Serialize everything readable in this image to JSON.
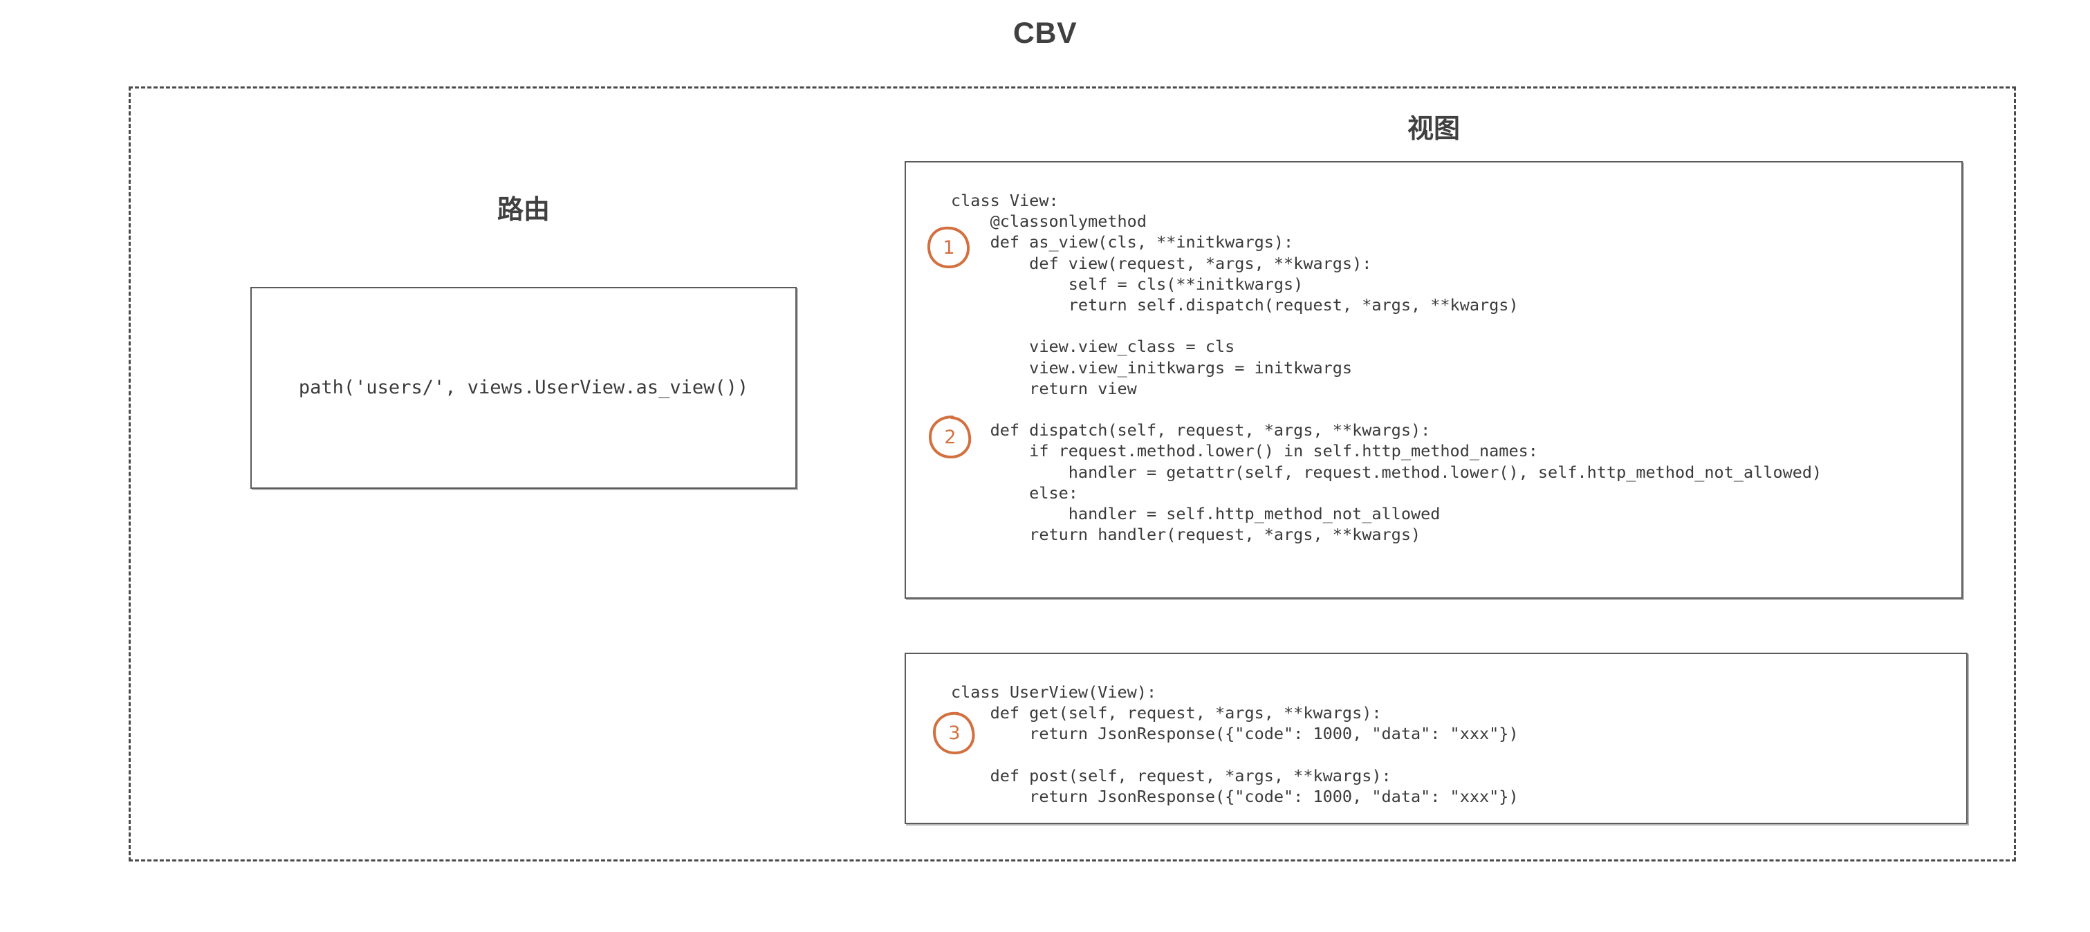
{
  "title": "CBV",
  "sections": {
    "route": {
      "heading": "路由",
      "code": "path('users/', views.UserView.as_view())"
    },
    "view": {
      "heading": "视图",
      "code_block_1": "class View:\n    @classonlymethod\n    def as_view(cls, **initkwargs):\n        def view(request, *args, **kwargs):\n            self = cls(**initkwargs)\n            return self.dispatch(request, *args, **kwargs)\n\n        view.view_class = cls\n        view.view_initkwargs = initkwargs\n        return view\n\n    def dispatch(self, request, *args, **kwargs):\n        if request.method.lower() in self.http_method_names:\n            handler = getattr(self, request.method.lower(), self.http_method_not_allowed)\n        else:\n            handler = self.http_method_not_allowed\n        return handler(request, *args, **kwargs)",
      "code_block_2": "class UserView(View):\n    def get(self, request, *args, **kwargs):\n        return JsonResponse({\"code\": 1000, \"data\": \"xxx\"})\n\n    def post(self, request, *args, **kwargs):\n        return JsonResponse({\"code\": 1000, \"data\": \"xxx\"})"
    }
  },
  "markers": [
    {
      "label": "1"
    },
    {
      "label": "2"
    },
    {
      "label": "3"
    }
  ],
  "colors": {
    "marker": "#d2703f",
    "text": "#404040",
    "code_text": "#3a3a3a",
    "box_border": "#5a5a5a",
    "frame_border": "#4a4a4a"
  }
}
